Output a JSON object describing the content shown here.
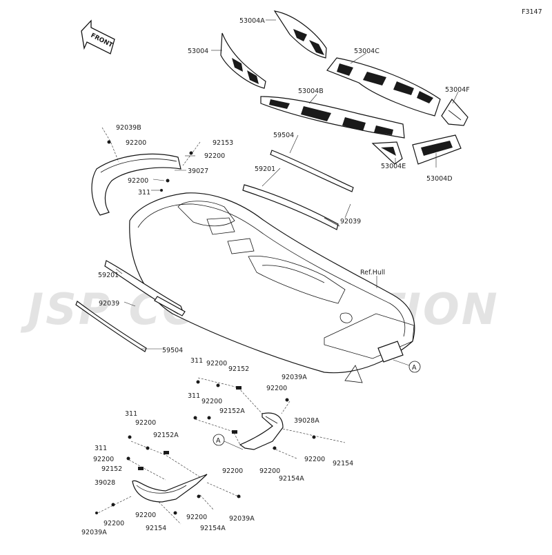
{
  "diagram": {
    "figure_id": "F3147",
    "front_label": "FRONT",
    "watermark": "JSP CORPORATION",
    "ref_hull_label": "Ref.Hull",
    "callout": "A",
    "labels": [
      {
        "id": "l_53004A",
        "text": "53004A"
      },
      {
        "id": "l_53004",
        "text": "53004"
      },
      {
        "id": "l_53004C",
        "text": "53004C"
      },
      {
        "id": "l_53004B",
        "text": "53004B"
      },
      {
        "id": "l_53004F",
        "text": "53004F"
      },
      {
        "id": "l_53004E",
        "text": "53004E"
      },
      {
        "id": "l_53004D",
        "text": "53004D"
      },
      {
        "id": "l_92039B",
        "text": "92039B"
      },
      {
        "id": "l_92200_a",
        "text": "92200"
      },
      {
        "id": "l_92153",
        "text": "92153"
      },
      {
        "id": "l_92200_b",
        "text": "92200"
      },
      {
        "id": "l_39027",
        "text": "39027"
      },
      {
        "id": "l_92200_c",
        "text": "92200"
      },
      {
        "id": "l_311_a",
        "text": "311"
      },
      {
        "id": "l_59504_a",
        "text": "59504"
      },
      {
        "id": "l_59201_a",
        "text": "59201"
      },
      {
        "id": "l_92039_a",
        "text": "92039"
      },
      {
        "id": "l_59201_b",
        "text": "59201"
      },
      {
        "id": "l_92039_b",
        "text": "92039"
      },
      {
        "id": "l_59504_b",
        "text": "59504"
      },
      {
        "id": "l_311_b",
        "text": "311"
      },
      {
        "id": "l_92200_d",
        "text": "92200"
      },
      {
        "id": "l_92152_a",
        "text": "92152"
      },
      {
        "id": "l_92039A_a",
        "text": "92039A"
      },
      {
        "id": "l_311_c",
        "text": "311"
      },
      {
        "id": "l_92200_e",
        "text": "92200"
      },
      {
        "id": "l_92200_f",
        "text": "92200"
      },
      {
        "id": "l_92152A_a",
        "text": "92152A"
      },
      {
        "id": "l_39028A",
        "text": "39028A"
      },
      {
        "id": "l_311_d",
        "text": "311"
      },
      {
        "id": "l_92200_g",
        "text": "92200"
      },
      {
        "id": "l_92152A_b",
        "text": "92152A"
      },
      {
        "id": "l_311_e",
        "text": "311"
      },
      {
        "id": "l_92200_h",
        "text": "92200"
      },
      {
        "id": "l_92152_b",
        "text": "92152"
      },
      {
        "id": "l_39028",
        "text": "39028"
      },
      {
        "id": "l_92200_i",
        "text": "92200"
      },
      {
        "id": "l_92200_j",
        "text": "92200"
      },
      {
        "id": "l_92154_a",
        "text": "92154"
      },
      {
        "id": "l_92200_k",
        "text": "92200"
      },
      {
        "id": "l_92154A_a",
        "text": "92154A"
      },
      {
        "id": "l_92200_l",
        "text": "92200"
      },
      {
        "id": "l_92200_m",
        "text": "92200"
      },
      {
        "id": "l_92154A_b",
        "text": "92154A"
      },
      {
        "id": "l_92039A_b",
        "text": "92039A"
      },
      {
        "id": "l_92200_n",
        "text": "92200"
      },
      {
        "id": "l_92039A_c",
        "text": "92039A"
      },
      {
        "id": "l_92154_b",
        "text": "92154"
      }
    ]
  }
}
